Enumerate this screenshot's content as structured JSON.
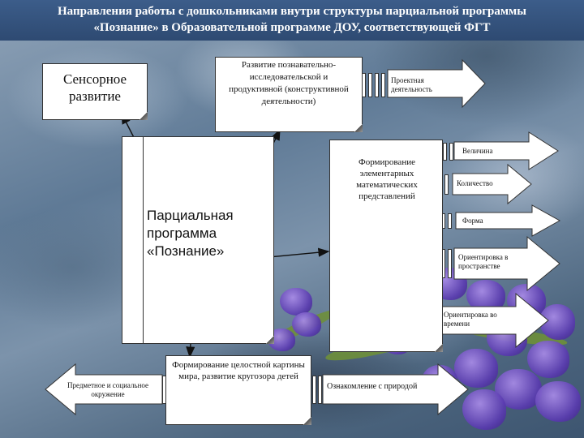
{
  "title": {
    "line1": "Направления работы с дошкольниками внутри структуры парциальной программы",
    "line2": "«Познание» в Образовательной программе ДОУ, соответствующей ФГТ"
  },
  "blocks": {
    "sensory": "Сенсорное развитие",
    "cognitive": "Развитие познавательно-исследовательской и продуктивной (конструктивной деятельности)",
    "partial_program": "Парциальная программа «Познание»",
    "femp": "Формирование элементарных математических представлений",
    "world_picture": "Формирование целостной картины мира, развитие кругозора детей"
  },
  "arrows": {
    "project": "Проектная деятельность",
    "magnitude": "Величина",
    "quantity": "Количество",
    "shape": "Форма",
    "space": "Ориентировка в пространстве",
    "time": "Ориентировка во времени",
    "environment": "Предметное и социальное окружение",
    "nature": "Ознакомление с природой"
  },
  "colors": {
    "title_bg": "#2e4a72",
    "title_text": "#ffffff",
    "box_bg": "#ffffff",
    "border": "#333333"
  }
}
